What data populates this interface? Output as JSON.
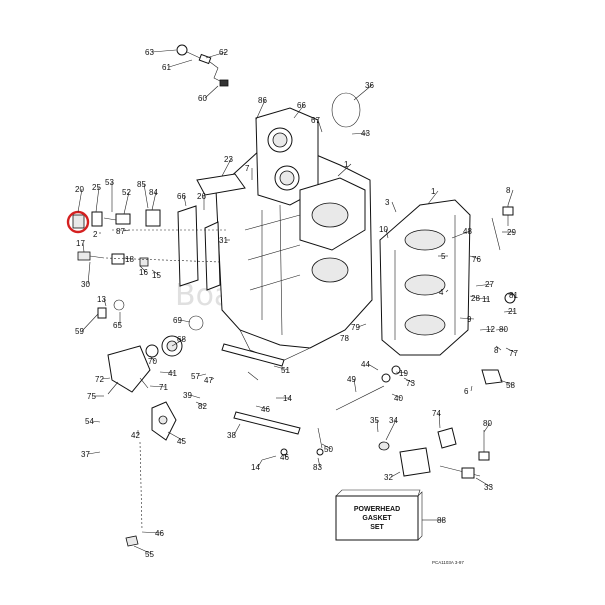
{
  "diagram": {
    "callouts": [
      {
        "id": "c63",
        "text": "63"
      },
      {
        "id": "c62",
        "text": "62"
      },
      {
        "id": "c61",
        "text": "61"
      },
      {
        "id": "c60",
        "text": "60"
      },
      {
        "id": "c86",
        "text": "86"
      },
      {
        "id": "c66a",
        "text": "66"
      },
      {
        "id": "c36",
        "text": "36"
      },
      {
        "id": "c67",
        "text": "67"
      },
      {
        "id": "c43",
        "text": "43"
      },
      {
        "id": "c23",
        "text": "23"
      },
      {
        "id": "c7",
        "text": "7"
      },
      {
        "id": "c1a",
        "text": "1"
      },
      {
        "id": "c20",
        "text": "20"
      },
      {
        "id": "c25",
        "text": "25"
      },
      {
        "id": "c53",
        "text": "53"
      },
      {
        "id": "c52",
        "text": "52"
      },
      {
        "id": "c85",
        "text": "85"
      },
      {
        "id": "c84",
        "text": "84"
      },
      {
        "id": "c66b",
        "text": "66"
      },
      {
        "id": "c26",
        "text": "26"
      },
      {
        "id": "c1b",
        "text": "1"
      },
      {
        "id": "c8a",
        "text": "8"
      },
      {
        "id": "c3",
        "text": "3"
      },
      {
        "id": "c87",
        "text": "87"
      },
      {
        "id": "c2",
        "text": "2"
      },
      {
        "id": "c17",
        "text": "17"
      },
      {
        "id": "c31",
        "text": "31"
      },
      {
        "id": "c10",
        "text": "10"
      },
      {
        "id": "c48",
        "text": "48"
      },
      {
        "id": "c29",
        "text": "29"
      },
      {
        "id": "c76",
        "text": "76"
      },
      {
        "id": "c5",
        "text": "5"
      },
      {
        "id": "c18",
        "text": "18"
      },
      {
        "id": "c16",
        "text": "16"
      },
      {
        "id": "c15",
        "text": "15"
      },
      {
        "id": "c30",
        "text": "30"
      },
      {
        "id": "c27",
        "text": "27"
      },
      {
        "id": "c81",
        "text": "81"
      },
      {
        "id": "c4",
        "text": "4"
      },
      {
        "id": "c28",
        "text": "28"
      },
      {
        "id": "c13",
        "text": "13"
      },
      {
        "id": "c11",
        "text": "11"
      },
      {
        "id": "c79",
        "text": "79"
      },
      {
        "id": "c59",
        "text": "59"
      },
      {
        "id": "c65",
        "text": "65"
      },
      {
        "id": "c69",
        "text": "69"
      },
      {
        "id": "c21",
        "text": "21"
      },
      {
        "id": "c9",
        "text": "9"
      },
      {
        "id": "c12",
        "text": "12"
      },
      {
        "id": "c80",
        "text": "80"
      },
      {
        "id": "c68",
        "text": "68"
      },
      {
        "id": "c78",
        "text": "78"
      },
      {
        "id": "c8b",
        "text": "8"
      },
      {
        "id": "c77",
        "text": "77"
      },
      {
        "id": "c70",
        "text": "70"
      },
      {
        "id": "c41",
        "text": "41"
      },
      {
        "id": "c72",
        "text": "72"
      },
      {
        "id": "c57",
        "text": "57"
      },
      {
        "id": "c47",
        "text": "47"
      },
      {
        "id": "c51",
        "text": "51"
      },
      {
        "id": "c44",
        "text": "44"
      },
      {
        "id": "c19",
        "text": "19"
      },
      {
        "id": "c71",
        "text": "71"
      },
      {
        "id": "c49",
        "text": "49"
      },
      {
        "id": "c73",
        "text": "73"
      },
      {
        "id": "c58",
        "text": "58"
      },
      {
        "id": "c75",
        "text": "75"
      },
      {
        "id": "c39",
        "text": "39"
      },
      {
        "id": "c82",
        "text": "82"
      },
      {
        "id": "c14a",
        "text": "14"
      },
      {
        "id": "c40",
        "text": "40"
      },
      {
        "id": "c6",
        "text": "6"
      },
      {
        "id": "c46a",
        "text": "46"
      },
      {
        "id": "c54",
        "text": "54"
      },
      {
        "id": "c42",
        "text": "42"
      },
      {
        "id": "c45",
        "text": "45"
      },
      {
        "id": "c38",
        "text": "38"
      },
      {
        "id": "c35",
        "text": "35"
      },
      {
        "id": "c34",
        "text": "34"
      },
      {
        "id": "c74",
        "text": "74"
      },
      {
        "id": "c80b",
        "text": "80"
      },
      {
        "id": "c37",
        "text": "37"
      },
      {
        "id": "c50",
        "text": "50"
      },
      {
        "id": "c14b",
        "text": "14"
      },
      {
        "id": "c46b",
        "text": "46"
      },
      {
        "id": "c83",
        "text": "83"
      },
      {
        "id": "c32",
        "text": "32"
      },
      {
        "id": "c33",
        "text": "33"
      },
      {
        "id": "c88",
        "text": "88"
      },
      {
        "id": "c46c",
        "text": "46"
      },
      {
        "id": "c55",
        "text": "55"
      }
    ],
    "gasket_box": {
      "line1": "POWERHEAD",
      "line2": "GASKET",
      "line3": "SET"
    },
    "footer_code": "PCA1103A  3-97",
    "watermark": "Boats.net",
    "highlight_color": "#d42020"
  }
}
